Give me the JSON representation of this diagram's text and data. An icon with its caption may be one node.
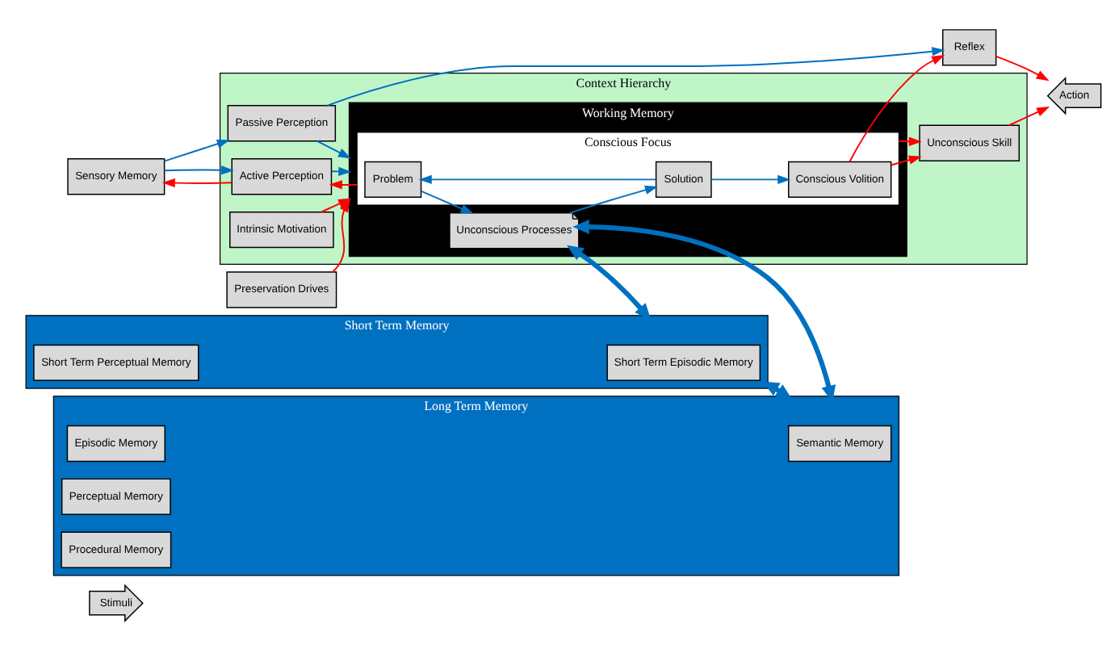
{
  "diagram": {
    "nodes": [
      {
        "text": [
          "Stimuli"
        ]
      },
      {
        "text": [
          "Sensory Memory"
        ]
      },
      {
        "text": [
          "Context Hierarchy"
        ]
      },
      {
        "text": [
          "Active Perception"
        ],
        "in": 2
      },
      {
        "text": [
          "Passive Perception"
        ],
        "in": 2
      },
      {
        "text": [
          "Working Memory"
        ],
        "in": 2
      },
      {
        "text": [
          "Conscious Focus"
        ],
        "in": 5
      },
      {
        "text": [
          "Problem"
        ],
        "in": 6
      },
      {
        "text": [
          "Conscious Volition"
        ],
        "in": 6
      },
      {
        "text": [
          "Solution"
        ],
        "in": 6
      },
      {
        "text": [
          "Unconscious Processes"
        ],
        "in": 5
      },
      {
        "text": [
          "Reflex"
        ]
      },
      {
        "text": [
          "Action"
        ]
      },
      {
        "text": [
          "Unconscious Skill"
        ],
        "in": 2
      },
      {
        "text": [
          "Intrinsic Motivation"
        ],
        "in": 2
      },
      {
        "text": [
          "Preservation Drives"
        ]
      },
      {
        "text": [
          "Short Term Memory"
        ]
      },
      {
        "text": [
          "Short Term Episodic Memory"
        ],
        "in": 16
      },
      {
        "text": [
          "Short Term Perceptual Memory"
        ],
        "in": 16
      },
      {
        "text": [
          "Long Term Memory"
        ]
      },
      {
        "text": [
          "Semantic Memory"
        ],
        "in": 19
      },
      {
        "text": [
          "Episodic Memory"
        ],
        "in": 19
      },
      {
        "text": [
          "Perceptual Memory"
        ],
        "in": 19
      },
      {
        "text": [
          "Procedural Memory"
        ],
        "in": 19
      }
    ],
    "edges": [
      {
        "from": 1,
        "to": 3,
        "arrow": "to",
        "color": "#0070c0"
      },
      {
        "from": 1,
        "to": 4,
        "arrow": "to",
        "color": "#0070c0"
      },
      {
        "from": 3,
        "to": 5,
        "arrow": "to",
        "color": "#0070c0"
      },
      {
        "from": 4,
        "to": 5,
        "arrow": "to",
        "color": "#0070c0"
      },
      {
        "from": 4,
        "to": 11,
        "arrow": "to",
        "color": "#0070c0"
      },
      {
        "from": 7,
        "to": 10,
        "arrow": "to",
        "color": "#0070c0"
      },
      {
        "from": 10,
        "to": 9,
        "arrow": "to",
        "color": "#0070c0"
      },
      {
        "from": 9,
        "to": 7,
        "arrow": "to",
        "color": "#0070c0"
      },
      {
        "from": 9,
        "to": 8,
        "arrow": "to",
        "color": "#0070c0"
      },
      {
        "from": 3,
        "to": 1,
        "arrow": "to",
        "color": "#ff0000"
      },
      {
        "from": 6,
        "to": 3,
        "arrow": "to",
        "color": "#ff0000"
      },
      {
        "from": 8,
        "to": 11,
        "arrow": "to",
        "color": "#ff0000"
      },
      {
        "from": 8,
        "to": 13,
        "arrow": "to",
        "color": "#ff0000"
      },
      {
        "from": 6,
        "to": 13,
        "arrow": "to",
        "color": "#ff0000"
      },
      {
        "from": 11,
        "to": 12,
        "arrow": "to",
        "color": "#ff0000"
      },
      {
        "from": 13,
        "to": 12,
        "arrow": "to",
        "color": "#ff0000"
      },
      {
        "from": 14,
        "to": 5,
        "arrow": "to",
        "color": "#ff0000"
      },
      {
        "from": 15,
        "to": 5,
        "arrow": "to",
        "color": "#ff0000"
      },
      {
        "from": 10,
        "to": 16,
        "arrow": "both",
        "style": "thick",
        "color": "#0070c0"
      },
      {
        "from": 10,
        "to": 19,
        "arrow": "both",
        "style": "thick",
        "color": "#0070c0"
      },
      {
        "from": 16,
        "to": 19,
        "arrow": "both",
        "style": "thick",
        "color": "#0070c0"
      }
    ]
  }
}
